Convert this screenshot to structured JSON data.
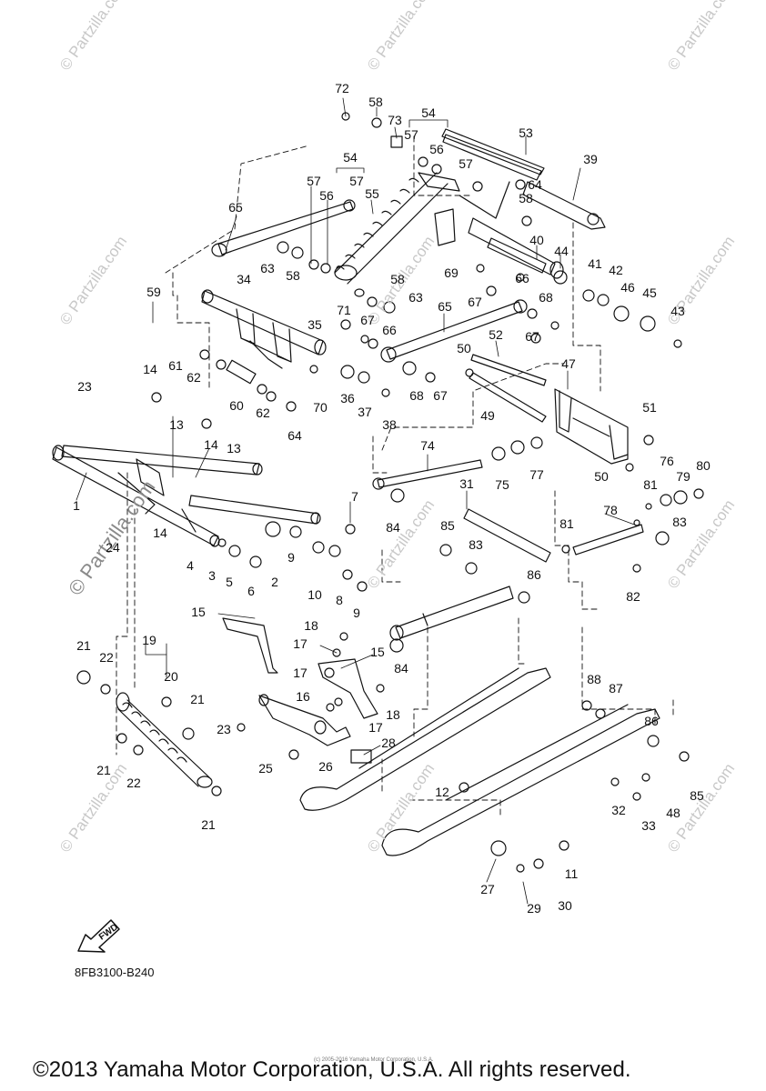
{
  "diagram": {
    "code": "8FB3100-B240",
    "copyright": "©2013 Yamaha Motor Corporation, U.S.A. All rights reserved.",
    "small_copyright": "(c) 2005-2016 Yamaha Motor Corporation, U.S.A.",
    "fwd_label": "FWD",
    "watermark": "© Partzilla.com",
    "watermark_large": "© Partzilla.com"
  },
  "part_numbers": [
    "72",
    "58",
    "73",
    "54",
    "57",
    "56",
    "53",
    "57",
    "64",
    "39",
    "54",
    "57",
    "57",
    "56",
    "55",
    "58",
    "65",
    "63",
    "58",
    "40",
    "44",
    "41",
    "42",
    "46",
    "45",
    "43",
    "69",
    "66",
    "59",
    "34",
    "58",
    "63",
    "67",
    "68",
    "71",
    "67",
    "66",
    "65",
    "35",
    "61",
    "62",
    "60",
    "62",
    "50",
    "52",
    "67",
    "47",
    "14",
    "70",
    "36",
    "37",
    "38",
    "68",
    "67",
    "23",
    "13",
    "49",
    "51",
    "14",
    "13",
    "64",
    "74",
    "76",
    "79",
    "80",
    "81",
    "50",
    "75",
    "77",
    "1",
    "24",
    "14",
    "31",
    "78",
    "81",
    "83",
    "7",
    "84",
    "85",
    "83",
    "9",
    "4",
    "3",
    "5",
    "6",
    "2",
    "10",
    "8",
    "9",
    "86",
    "82",
    "15",
    "18",
    "17",
    "84",
    "15",
    "19",
    "21",
    "22",
    "20",
    "17",
    "21",
    "16",
    "18",
    "23",
    "17",
    "88",
    "87",
    "86",
    "28",
    "21",
    "22",
    "25",
    "26",
    "12",
    "85",
    "32",
    "48",
    "33",
    "21",
    "11",
    "27",
    "29",
    "30"
  ]
}
